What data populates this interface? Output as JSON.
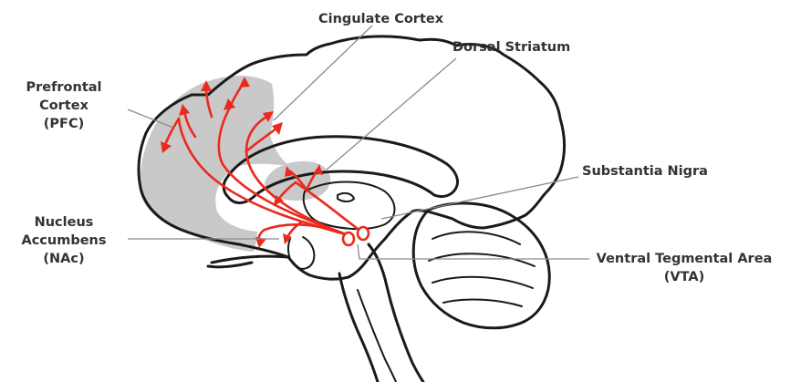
{
  "labels": {
    "cingulate": "Cingulate Cortex",
    "dorsal": "Dorsal Striatum",
    "pfc_line1": "Prefrontal",
    "pfc_line2": "Cortex",
    "pfc_line3": "(PFC)",
    "nigra": "Substantia Nigra",
    "nac_line1": "Nucleus",
    "nac_line2": "Accumbens",
    "nac_line3": "(NAc)",
    "vta_line1": "Ventral Tegmental Area",
    "vta_line2": "(VTA)"
  },
  "colors": {
    "pathway": "#ea2a1e",
    "shading": "#c9c9c9",
    "outline": "#1a1a1a",
    "label_text": "#333333",
    "leader_line": "#8a8a8a"
  }
}
